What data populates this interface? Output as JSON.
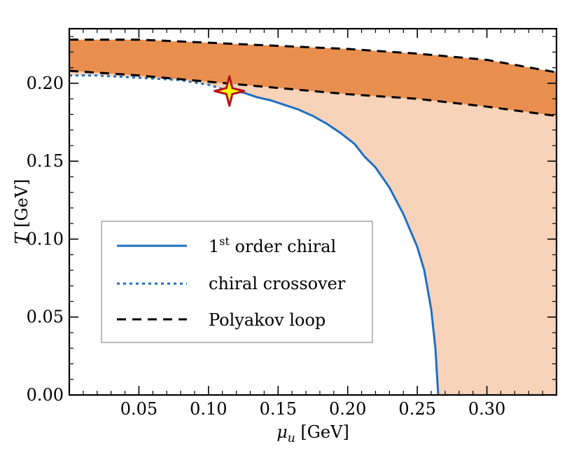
{
  "chart_data": {
    "type": "line",
    "xlabel": "μ_u [GeV]",
    "xlabel_main": "μ",
    "xlabel_sub": "u",
    "xlabel_unit": " [GeV]",
    "ylabel": "T [GeV]",
    "ylabel_main": "T",
    "ylabel_unit": " [GeV]",
    "xlim": [
      0.0,
      0.35
    ],
    "ylim": [
      0.0,
      0.235
    ],
    "x_ticks": [
      {
        "value": 0.05,
        "label": "0.05"
      },
      {
        "value": 0.1,
        "label": "0.10"
      },
      {
        "value": 0.15,
        "label": "0.15"
      },
      {
        "value": 0.2,
        "label": "0.20"
      },
      {
        "value": 0.25,
        "label": "0.25"
      },
      {
        "value": 0.3,
        "label": "0.30"
      }
    ],
    "y_ticks": [
      {
        "value": 0.0,
        "label": "0.00"
      },
      {
        "value": 0.05,
        "label": "0.05"
      },
      {
        "value": 0.1,
        "label": "0.10"
      },
      {
        "value": 0.15,
        "label": "0.15"
      },
      {
        "value": 0.2,
        "label": "0.20"
      }
    ],
    "colors": {
      "first_order": "#1f6fc1",
      "crossover": "#1f6fc1",
      "polyakov": "#000000",
      "band": "#e88f50",
      "region": "#f6d3b9",
      "critical_point_fill": "#ffff00",
      "critical_point_edge": "#b5121b"
    },
    "legend": {
      "placement": "center-left",
      "entries": [
        {
          "key": "first_order",
          "text_main": "1",
          "text_sup": "st",
          "text_rest": " order chiral"
        },
        {
          "key": "crossover",
          "text_main": "chiral crossover"
        },
        {
          "key": "polyakov",
          "text_main": "Polyakov loop"
        }
      ]
    },
    "series": [
      {
        "key": "first_order",
        "style": "solid",
        "x": [
          0.115,
          0.125,
          0.135,
          0.145,
          0.155,
          0.165,
          0.175,
          0.185,
          0.195,
          0.205,
          0.212,
          0.22,
          0.23,
          0.24,
          0.25,
          0.255,
          0.26,
          0.263,
          0.265
        ],
        "y": [
          0.195,
          0.194,
          0.191,
          0.189,
          0.186,
          0.183,
          0.179,
          0.174,
          0.168,
          0.161,
          0.153,
          0.146,
          0.133,
          0.116,
          0.095,
          0.08,
          0.055,
          0.03,
          0.0
        ]
      },
      {
        "key": "crossover",
        "style": "dotted",
        "x": [
          0.0,
          0.02,
          0.04,
          0.06,
          0.08,
          0.1,
          0.115
        ],
        "y": [
          0.205,
          0.205,
          0.204,
          0.203,
          0.202,
          0.199,
          0.195
        ]
      },
      {
        "key": "polyakov",
        "name": "upper",
        "style": "dashed",
        "x": [
          0.0,
          0.05,
          0.1,
          0.15,
          0.2,
          0.25,
          0.3,
          0.35
        ],
        "y": [
          0.228,
          0.228,
          0.226,
          0.224,
          0.222,
          0.219,
          0.215,
          0.207
        ]
      },
      {
        "key": "polyakov",
        "name": "lower",
        "style": "dashed",
        "x": [
          0.0,
          0.05,
          0.1,
          0.15,
          0.2,
          0.25,
          0.3,
          0.35
        ],
        "y": [
          0.208,
          0.205,
          0.201,
          0.197,
          0.193,
          0.19,
          0.185,
          0.179
        ]
      }
    ],
    "critical_point": {
      "x": 0.115,
      "y": 0.195
    }
  }
}
